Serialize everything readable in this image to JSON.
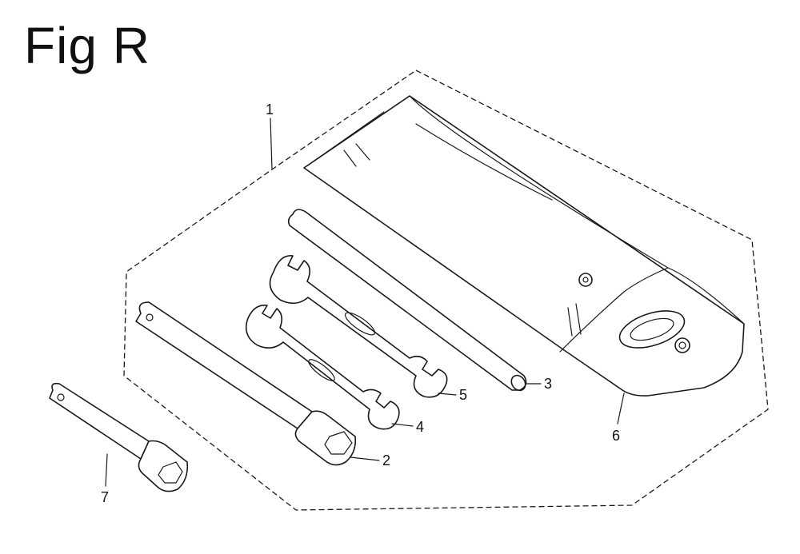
{
  "figure": {
    "title": "Fig R",
    "callouts": {
      "c1": "1",
      "c2": "2",
      "c3": "3",
      "c4": "4",
      "c5": "5",
      "c6": "6",
      "c7": "7"
    }
  }
}
